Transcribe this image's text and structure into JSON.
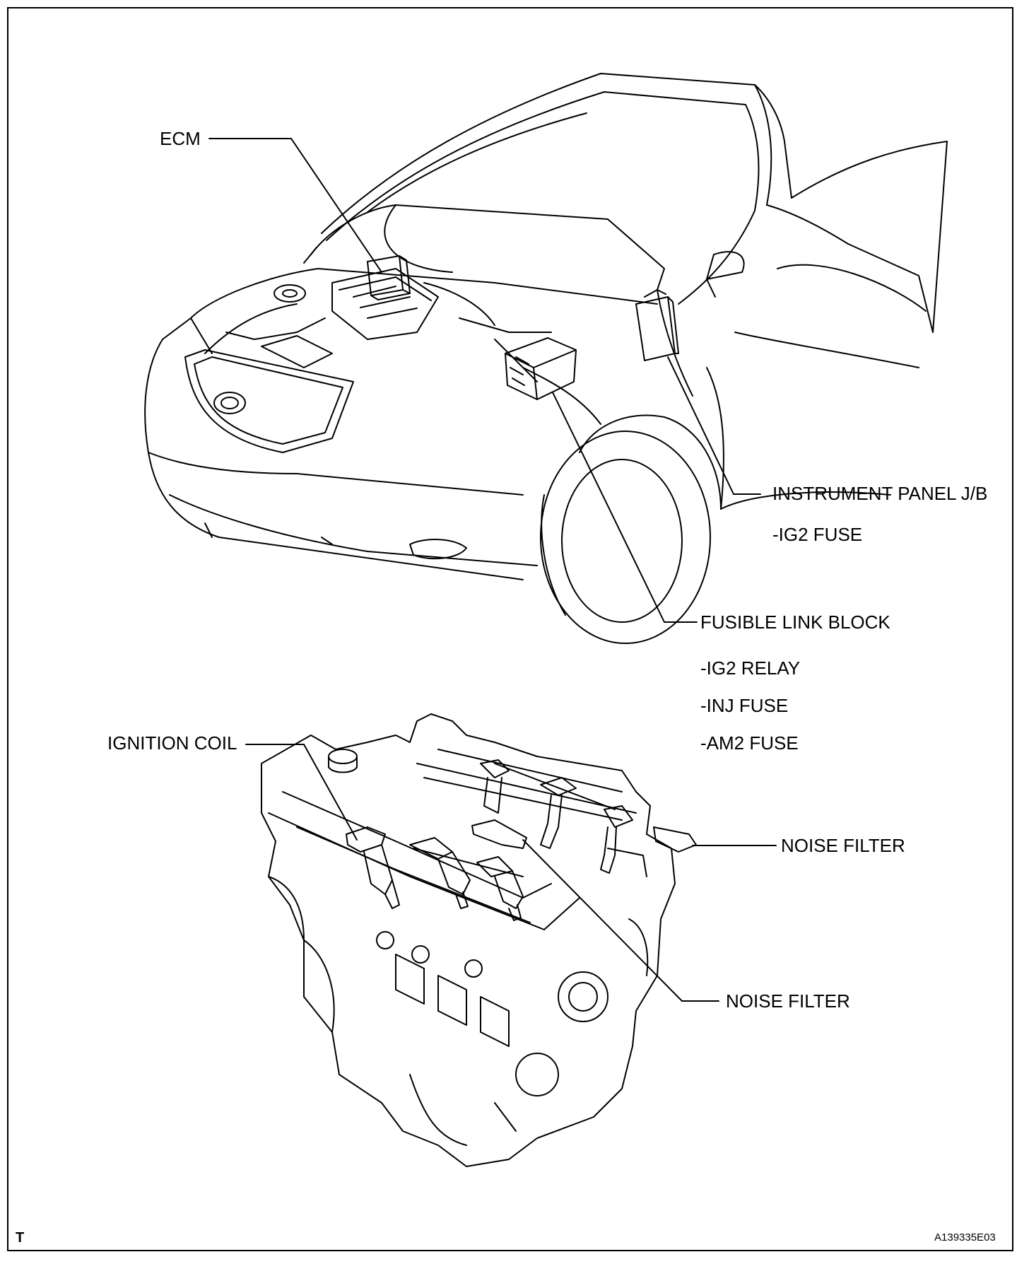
{
  "labels": {
    "ecm": "ECM",
    "instrument_panel_jb": "INSTRUMENT PANEL J/B",
    "ig2_fuse": "-IG2 FUSE",
    "fusible_link_block": "FUSIBLE LINK BLOCK",
    "ig2_relay": "-IG2 RELAY",
    "inj_fuse": "-INJ FUSE",
    "am2_fuse": "-AM2 FUSE",
    "ignition_coil": "IGNITION COIL",
    "noise_filter_right": "NOISE FILTER",
    "noise_filter_lower": "NOISE FILTER"
  },
  "corner_mark": "T",
  "figure_code": "A139335E03",
  "icons": [
    "vehicle-front-view-drawing",
    "v6-engine-drawing"
  ]
}
